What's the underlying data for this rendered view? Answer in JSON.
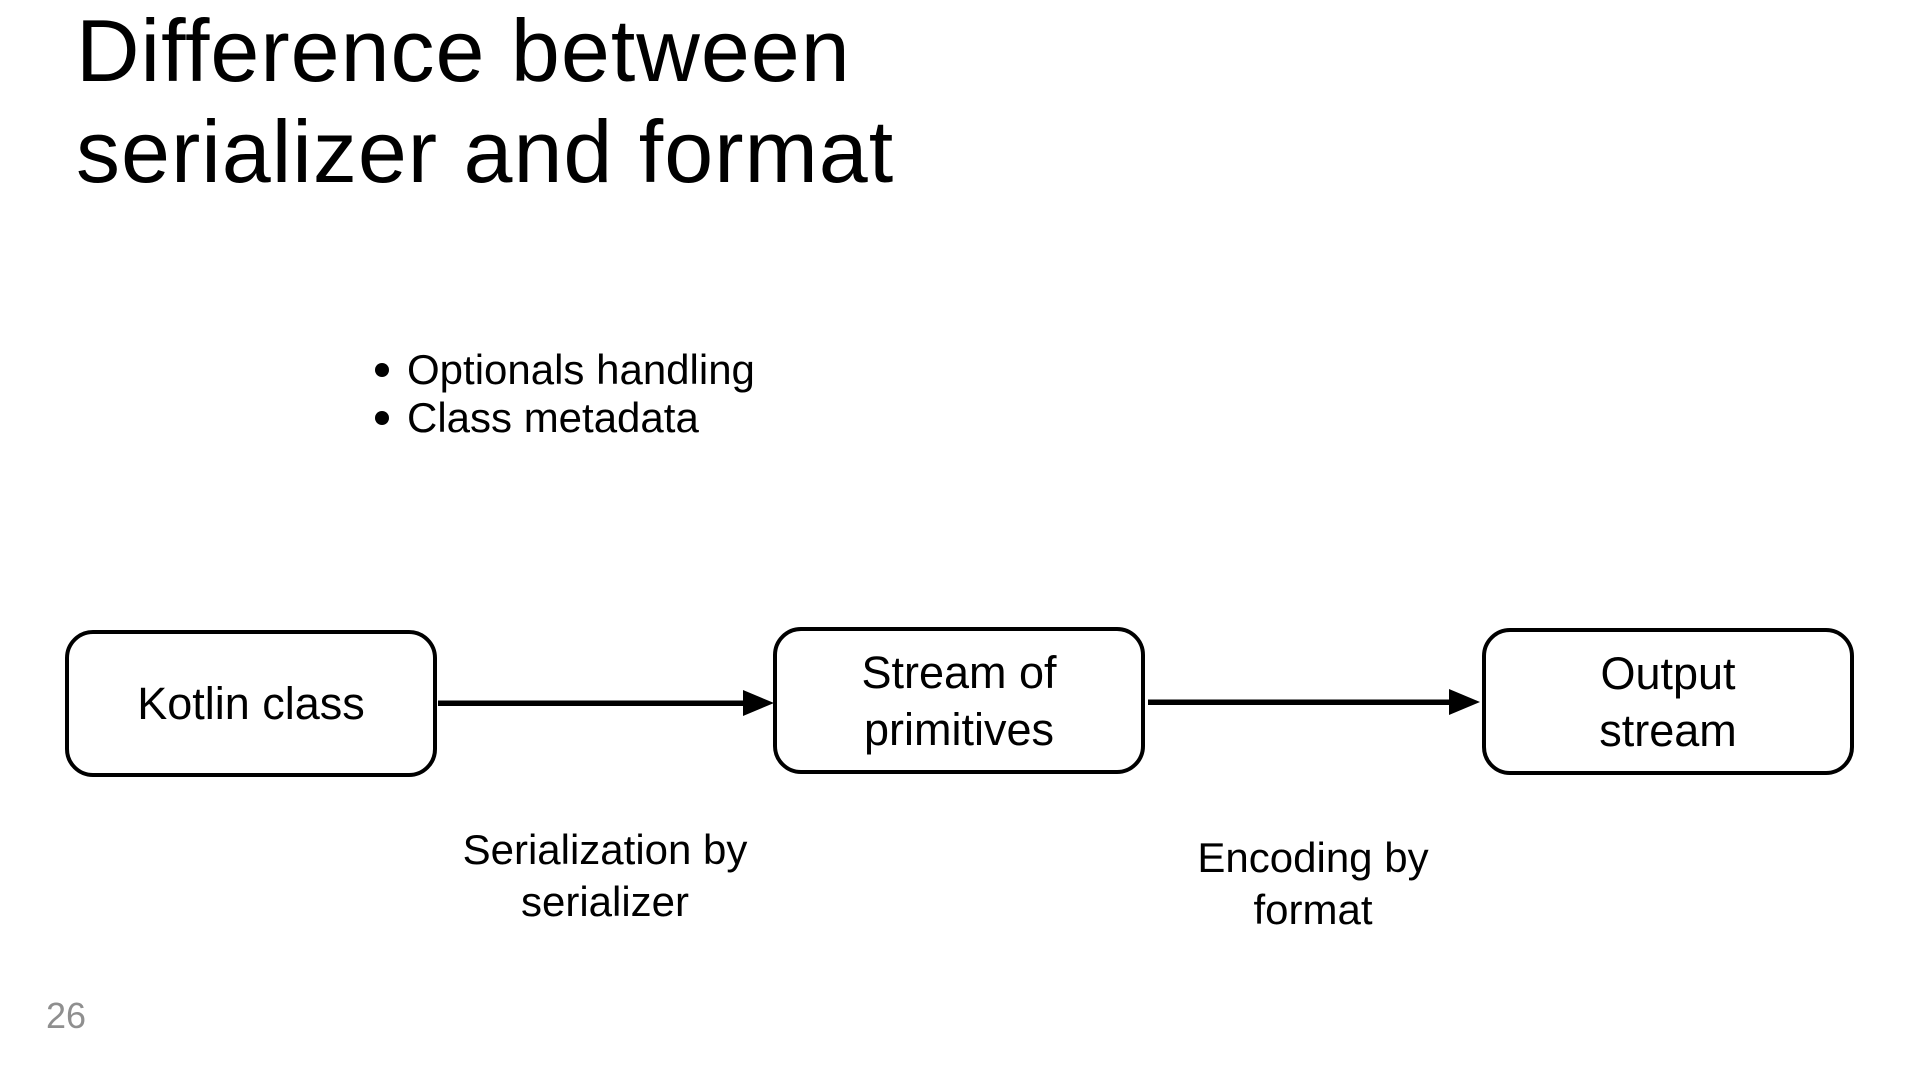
{
  "slide": {
    "title": "Difference between\nserializer and format",
    "bullets": [
      {
        "label": "Optionals handling"
      },
      {
        "label": "Class metadata"
      }
    ],
    "diagram": {
      "nodes": [
        {
          "id": "kotlin-class",
          "label": "Kotlin class"
        },
        {
          "id": "stream-of-primitives",
          "label": "Stream of\nprimitives"
        },
        {
          "id": "output-stream",
          "label": "Output\nstream"
        }
      ],
      "edges": [
        {
          "from": "kotlin-class",
          "to": "stream-of-primitives",
          "label": "Serialization by\nserializer"
        },
        {
          "from": "stream-of-primitives",
          "to": "output-stream",
          "label": "Encoding by\nformat"
        }
      ]
    },
    "page_number": "26",
    "colors": {
      "background": "#ffffff",
      "text": "#000000",
      "shape_stroke": "#000000",
      "shape_fill": "#ffffff",
      "page_number": "#8f8f8f"
    }
  }
}
